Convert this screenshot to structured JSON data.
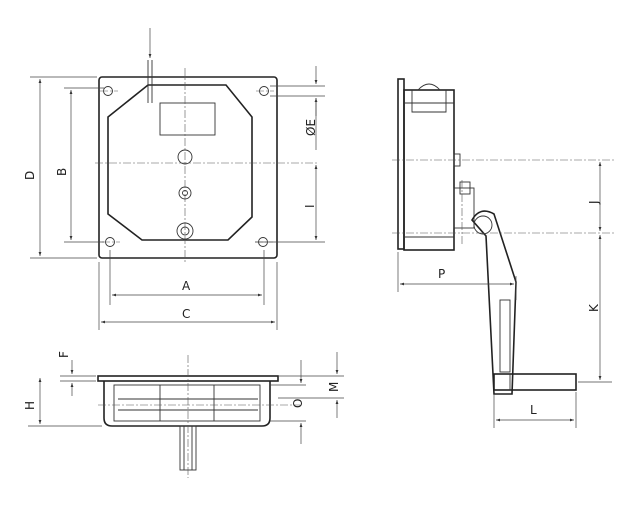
{
  "drawing": {
    "labels": {
      "A": "A",
      "B": "B",
      "C": "C",
      "D": "D",
      "E": "ØE",
      "F": "F",
      "H": "H",
      "I": "I",
      "J": "J",
      "K": "K",
      "L": "L",
      "M": "M",
      "O": "O",
      "P": "P"
    }
  }
}
